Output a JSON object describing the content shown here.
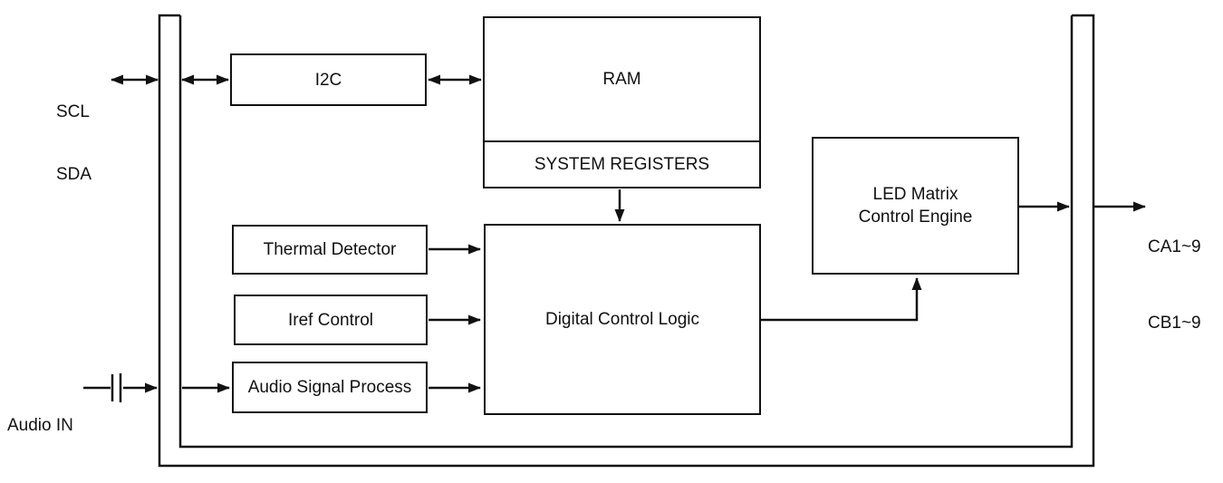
{
  "blocks": {
    "i2c": {
      "label": "I2C"
    },
    "ram": {
      "label": "RAM"
    },
    "system_registers": {
      "label": "SYSTEM REGISTERS"
    },
    "thermal_detector": {
      "label": "Thermal Detector"
    },
    "iref_control": {
      "label": "Iref Control"
    },
    "audio_signal_process": {
      "label": "Audio Signal Process"
    },
    "digital_control_logic": {
      "label": "Digital Control Logic"
    },
    "led_matrix_control_engine": {
      "label": "LED Matrix\nControl Engine"
    }
  },
  "pins": {
    "scl": {
      "label": "SCL"
    },
    "sda": {
      "label": "SDA"
    },
    "audio_in": {
      "label": "Audio IN"
    },
    "ca": {
      "label": "CA1~9"
    },
    "cb": {
      "label": "CB1~9"
    }
  },
  "colors": {
    "line": "#111111",
    "text": "#111111",
    "background": "#ffffff"
  }
}
